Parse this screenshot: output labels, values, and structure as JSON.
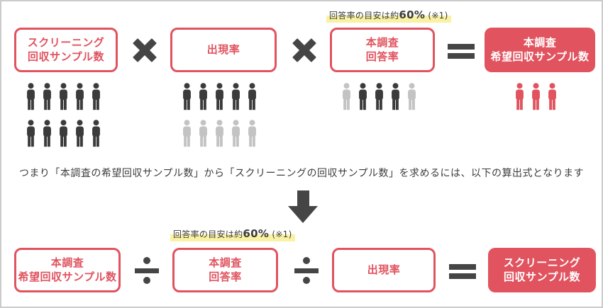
{
  "colors": {
    "red": "#e0535f",
    "dark": "#3b3b3b",
    "light_gray": "#c3c3c3",
    "symbol": "#454545",
    "highlight": "#f9f1a4",
    "text": "#3c3c3c",
    "canvas_border": "#cbcbcb"
  },
  "note_top": {
    "prefix": "回答率の目安は約",
    "value": "60%",
    "suffix": " (※1)"
  },
  "note_bottom": {
    "prefix": "回答率の目安は約",
    "value": "60%",
    "suffix": " (※1)"
  },
  "formula_top": {
    "boxes": [
      {
        "line1": "スクリーニング",
        "line2": "回収サンプル数",
        "style": "outline"
      },
      {
        "line1": "出現率",
        "line2": "",
        "style": "outline"
      },
      {
        "line1": "本調査",
        "line2": "回答率",
        "style": "outline"
      },
      {
        "line1": "本調査",
        "line2": "希望回収サンプル数",
        "style": "filled"
      }
    ],
    "operators": [
      "multiply",
      "multiply",
      "equals"
    ]
  },
  "icon_groups": [
    {
      "rows": [
        [
          "dark",
          "dark",
          "dark",
          "dark",
          "dark"
        ],
        [
          "dark",
          "dark",
          "dark",
          "dark",
          "dark"
        ]
      ]
    },
    {
      "rows": [
        [
          "dark",
          "dark",
          "dark",
          "dark",
          "dark"
        ],
        [
          "light",
          "light",
          "light",
          "light",
          "light"
        ]
      ]
    },
    {
      "rows": [
        [
          "light",
          "dark",
          "dark",
          "dark",
          "light"
        ]
      ]
    },
    {
      "rows": [
        [
          "red",
          "red",
          "red"
        ]
      ]
    }
  ],
  "middle_text": "つまり「本調査の希望回収サンプル数」から「スクリーニングの回収サンプル数」を求めるには、以下の算出式となります",
  "formula_bottom": {
    "boxes": [
      {
        "line1": "本調査",
        "line2": "希望回収サンプル数",
        "style": "outline"
      },
      {
        "line1": "本調査",
        "line2": "回答率",
        "style": "outline"
      },
      {
        "line1": "出現率",
        "line2": "",
        "style": "outline"
      },
      {
        "line1": "スクリーニング",
        "line2": "回収サンプル数",
        "style": "filled"
      }
    ],
    "operators": [
      "divide",
      "divide",
      "equals"
    ]
  }
}
